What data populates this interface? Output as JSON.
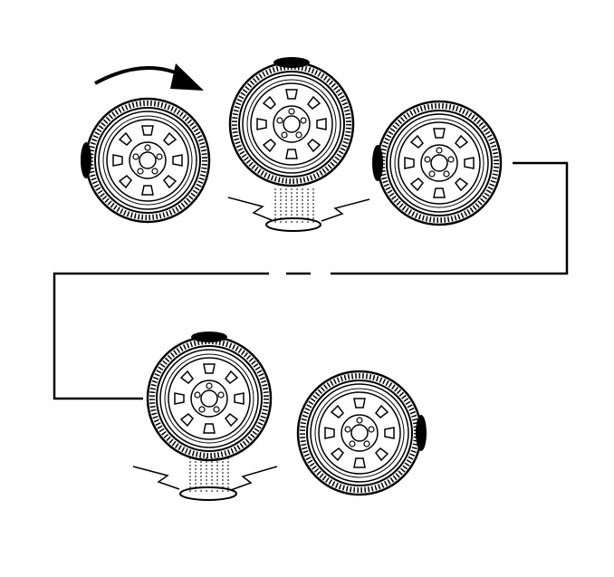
{
  "diagram": {
    "subject": "tire-wheel-balance-sequence",
    "line_color": "#000000",
    "background_color": "#ffffff",
    "wheels": [
      {
        "id": "wheel-1",
        "heavy_spot": "left",
        "vibration": false
      },
      {
        "id": "wheel-2",
        "heavy_spot": "top",
        "vibration": true
      },
      {
        "id": "wheel-3",
        "heavy_spot": "left",
        "vibration": false
      },
      {
        "id": "wheel-4",
        "heavy_spot": "top",
        "vibration": true
      },
      {
        "id": "wheel-5",
        "heavy_spot": "right",
        "vibration": false
      }
    ],
    "rotation_arrow": {
      "direction": "clockwise",
      "icon": "curved-arrow-icon"
    },
    "connector": {
      "icon": "broken-connector-line"
    }
  }
}
